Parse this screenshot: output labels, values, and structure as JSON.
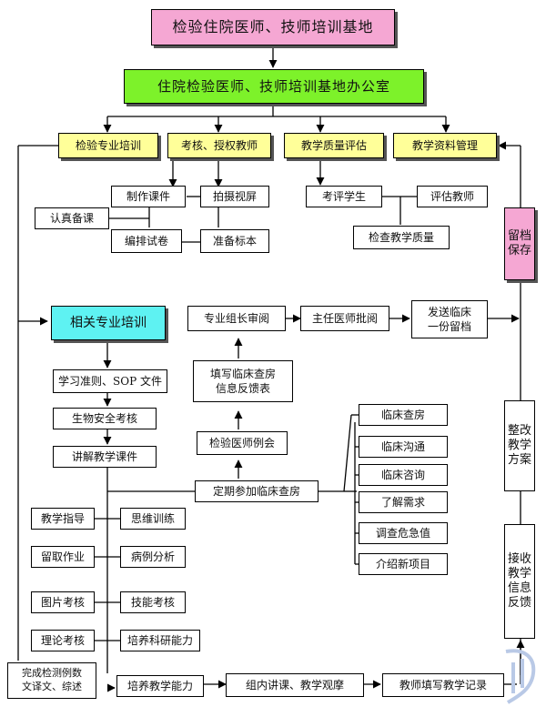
{
  "title": "检验住院医师、技师培训基地",
  "office": "住院检验医师、技师培训基地办公室",
  "branches": {
    "training": "检验专业培训",
    "teacher": "考核、授权教师",
    "quality": "教学质量评估",
    "materials": "教学资料管理"
  },
  "prep": {
    "make_courseware": "制作课件",
    "record_video": "拍摄视屏",
    "prepare_lesson": "认真备课",
    "compile_exam": "编排试卷",
    "prepare_specimen": "准备标本"
  },
  "quality_items": {
    "evaluate_students": "考评学生",
    "evaluate_teachers": "评估教师",
    "check_quality": "检查教学质量"
  },
  "related": "相关专业培训",
  "left_chain": {
    "sop": "学习准则、SOP 文件",
    "biosafety": "生物安全考核",
    "lecture": "讲解教学课件"
  },
  "pairs": [
    {
      "left": "教学指导",
      "right": "思维训练"
    },
    {
      "left": "留取作业",
      "right": "病例分析"
    },
    {
      "left": "图片考核",
      "right": "技能考核"
    },
    {
      "left": "理论考核",
      "right": "培养科研能力"
    }
  ],
  "bottom": {
    "translate": "完成检测例数\n文译文、综述",
    "teaching_ability": "培养教学能力",
    "lecture_round": "组内讲课、教学观摩",
    "teacher_record": "教师填写教学记录"
  },
  "center": {
    "group_review": "专业组长审阅",
    "director_approve": "主任医师批阅",
    "send_clinic": "发送临床\n一份留档",
    "fill_feedback": "填写临床查房\n信息反馈表",
    "meeting": "检验医师例会",
    "rounds": "定期参加临床查房"
  },
  "round_items": [
    "临床查房",
    "临床沟通",
    "临床咨询",
    "了解需求",
    "调查危急值",
    "介绍新项目"
  ],
  "right": {
    "archive": "留档保存",
    "rectify": "整改教学方案",
    "feedback": "接收教学信息反馈"
  }
}
